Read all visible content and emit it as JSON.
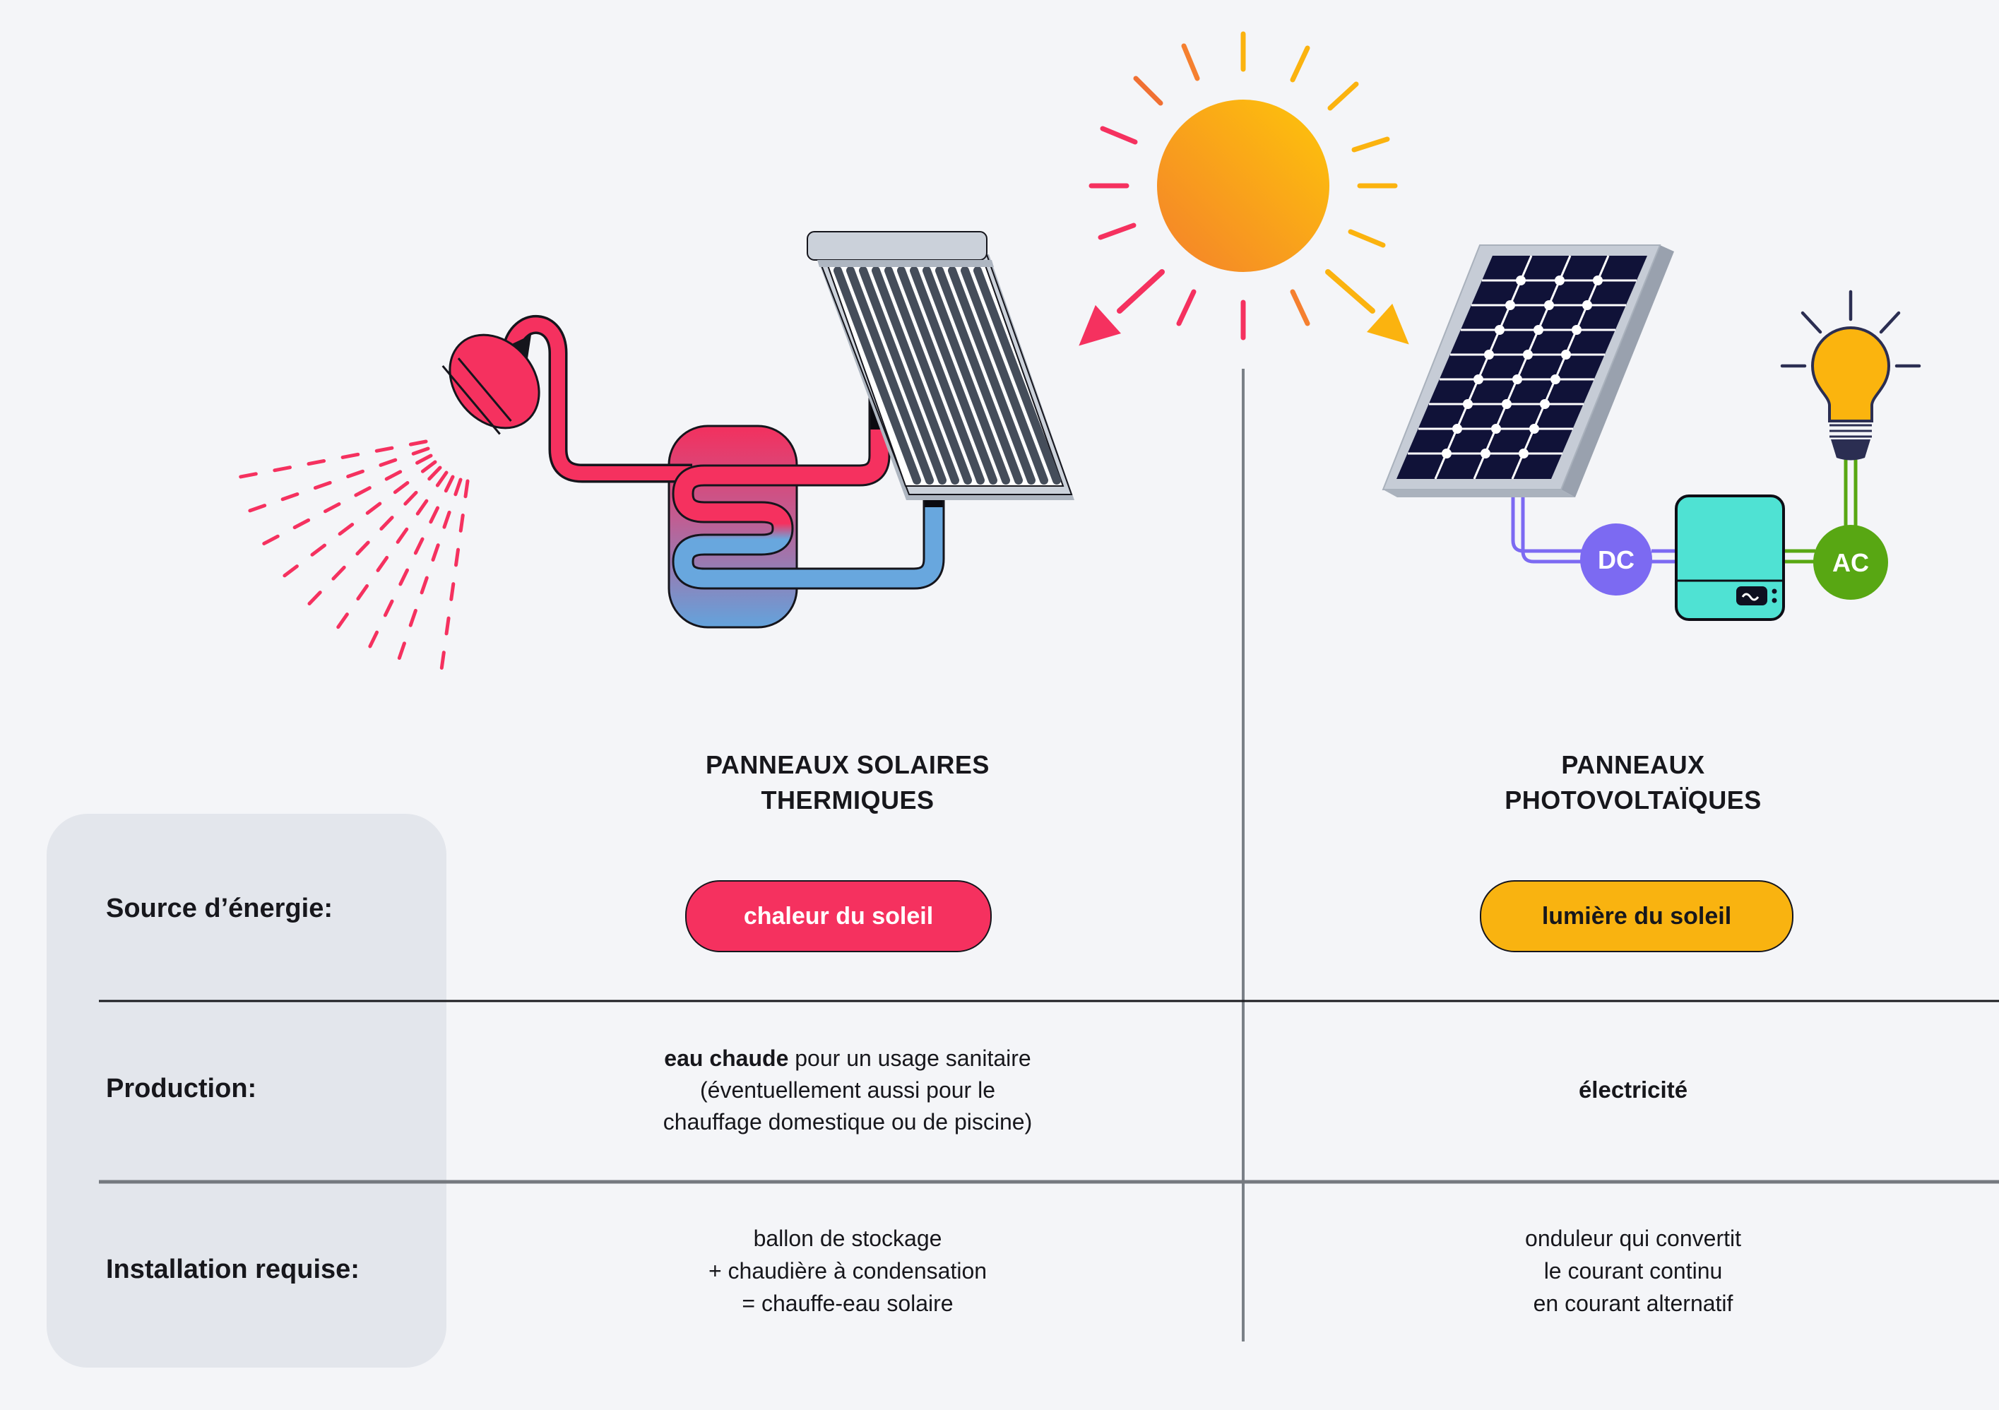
{
  "rows": {
    "source_label": "Source d’énergie:",
    "production_label": "Production:",
    "installation_label": "Installation requise:"
  },
  "thermal": {
    "title_line1": "PANNEAUX SOLAIRES",
    "title_line2": "THERMIQUES",
    "source_badge": "chaleur du soleil",
    "production_bold": "eau chaude",
    "production_line1_rest": " pour un usage sanitaire",
    "production_line2": "(éventuellement aussi pour le",
    "production_line3": "chauffage domestique ou de piscine)",
    "installation_line1": "ballon de stockage",
    "installation_line2": "+ chaudière à condensation",
    "installation_line3": "= chauffe-eau solaire"
  },
  "photovoltaic": {
    "title_line1": "PANNEAUX",
    "title_line2": "PHOTOVOLTAÏQUES",
    "source_badge": "lumière du soleil",
    "production": "électricité",
    "installation_line1": "onduleur qui convertit",
    "installation_line2": "le courant continu",
    "installation_line3": "en courant alternatif"
  },
  "diagram": {
    "dc_label": "DC",
    "ac_label": "AC"
  },
  "colors": {
    "background": "#F4F5F8",
    "label_panel_bg": "#E3E6EC",
    "pink": "#F5315F",
    "yellow": "#F9B310",
    "orange": "#F58030",
    "blue": "#68A7DE",
    "navy_cells": "#101238",
    "teal_inverter": "#4FE2D3",
    "purple_dc": "#7C6AF2",
    "green_ac": "#58A713",
    "text": "#17171C"
  }
}
